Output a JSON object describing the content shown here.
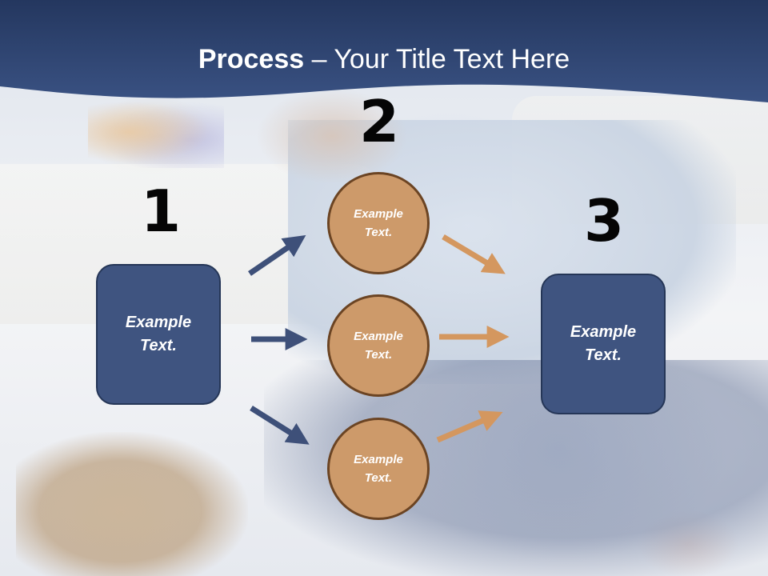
{
  "slide": {
    "title_bold": "Process",
    "title_rest": " – Your Title Text Here",
    "steps": [
      {
        "number": "1",
        "label_line1": "Example",
        "label_line2": "Text."
      },
      {
        "number": "2"
      },
      {
        "number": "3",
        "label_line1": "Example",
        "label_line2": "Text."
      }
    ],
    "circles": [
      {
        "label_line1": "Example",
        "label_line2": "Text."
      },
      {
        "label_line1": "Example",
        "label_line2": "Text."
      },
      {
        "label_line1": "Example",
        "label_line2": "Text."
      }
    ]
  },
  "colors": {
    "header": "#2e4472",
    "box_fill": "#3f5480",
    "circle_fill": "#cd9a6a",
    "circle_border": "#6b4423",
    "blue_arrow": "#3e5079",
    "orange_arrow": "#d4975f"
  }
}
